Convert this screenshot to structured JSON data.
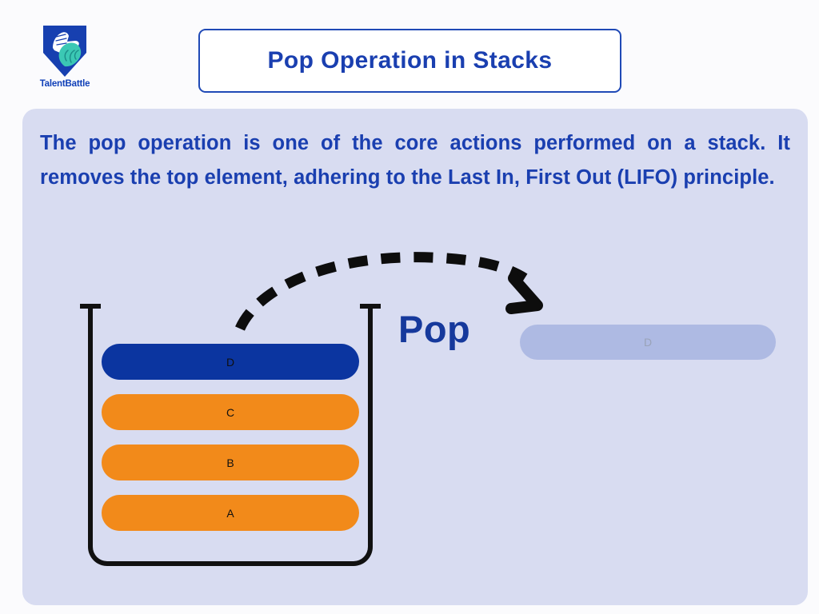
{
  "page": {
    "background_color": "#fbfbfd",
    "panel_color": "#d8dcf1"
  },
  "header": {
    "logo": {
      "icon_name": "talentbattle-shield-logo",
      "wordmark": "TalentBattle",
      "shield_color": "#1740b0",
      "brain_color": "#3bc8b4",
      "fist_color": "#ffffff"
    },
    "title": "Pop Operation in Stacks",
    "title_color": "#1a3fb0",
    "title_border_color": "#1f49b6"
  },
  "body": {
    "description": "The pop operation is one of the core actions performed on a stack. It removes the top element, adhering to the Last In, First Out (LIFO) principle.",
    "description_color": "#1a3fb0"
  },
  "diagram": {
    "container_name": "stack-container",
    "container_stroke": "#111111",
    "top_element_color": "#0b35a0",
    "element_color": "#f28a1a",
    "stack_elements": [
      {
        "label": "D",
        "position": "top",
        "highlighted": true
      },
      {
        "label": "C",
        "position": "middle",
        "highlighted": false
      },
      {
        "label": "B",
        "position": "middle",
        "highlighted": false
      },
      {
        "label": "A",
        "position": "bottom",
        "highlighted": false
      }
    ],
    "operation_label": "Pop",
    "operation_label_color": "#16399c",
    "arrow": {
      "icon_name": "curved-dashed-arrow",
      "color": "#0d0d0d",
      "style": "dashed",
      "direction": "left-to-right-arc"
    },
    "popped_element": {
      "label": "D",
      "fill": "#aebae3",
      "text_color": "#9aa3b8",
      "state": "removed"
    }
  }
}
